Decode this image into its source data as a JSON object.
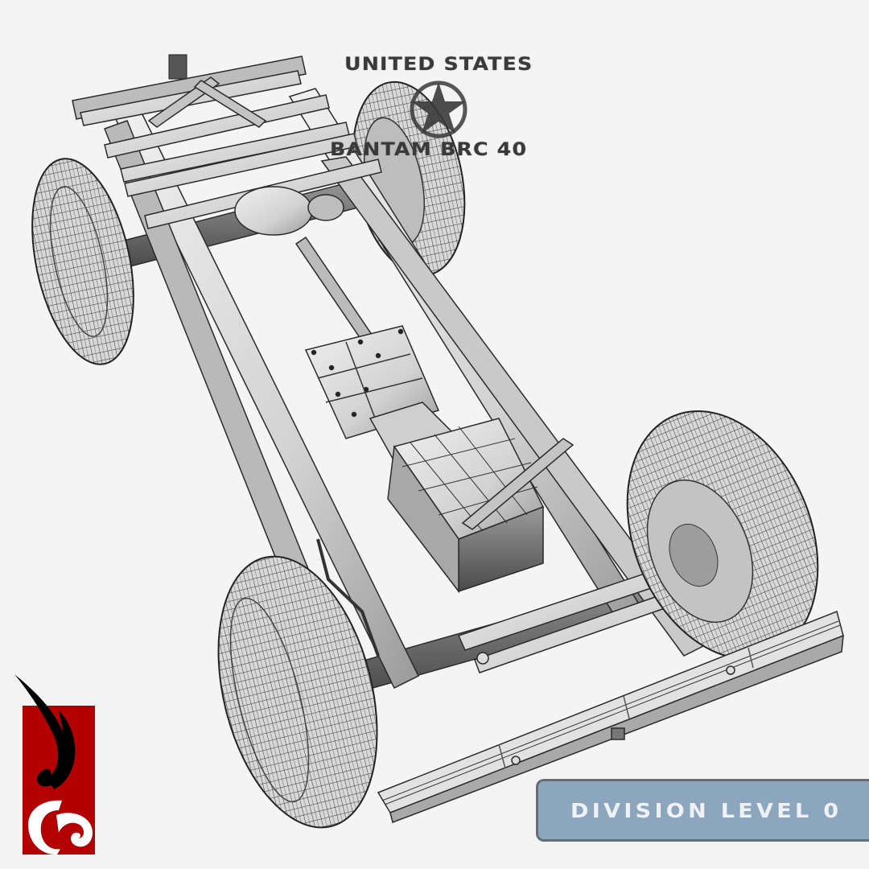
{
  "emblem": {
    "line1": "UNITED STATES",
    "line2": "BANTAM BRC 40",
    "icon": "star-in-circle-icon",
    "color": "#3a3a3a"
  },
  "badge": {
    "label": "DIVISION LEVEL 0",
    "background": "#8ca6bd",
    "border": "#676d72",
    "text_color": "#eef2f7"
  },
  "logo": {
    "icon": "flame-wave-logo-icon",
    "red": "#b30000",
    "black": "#000000"
  },
  "render": {
    "subject": "vehicle chassis wireframe render",
    "background": "#f4f4f4",
    "metal": "#d9d9d9",
    "edge": "#2a2a2a"
  }
}
